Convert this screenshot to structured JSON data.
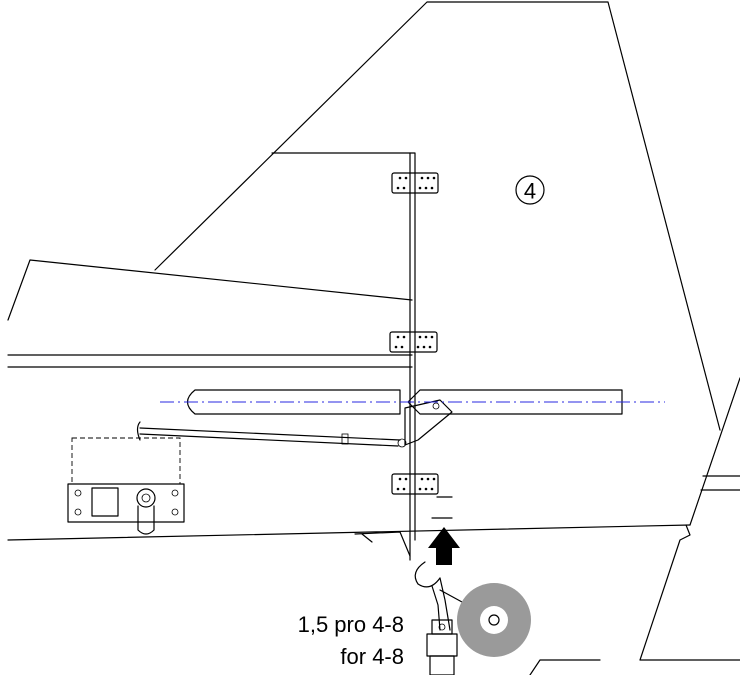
{
  "drawing": {
    "part_number": "4",
    "annotation_line_1": "1,5 pro 4-8",
    "annotation_line_2": "for 4-8"
  },
  "colors": {
    "center_axis": "#2a2ae0",
    "wire_coil": "#9a9a9a",
    "ink": "#000000"
  }
}
